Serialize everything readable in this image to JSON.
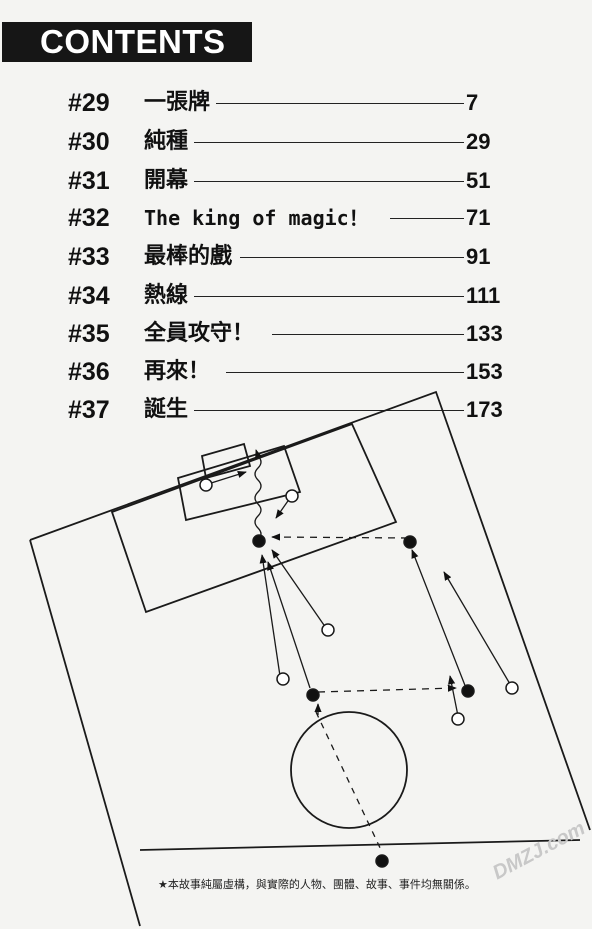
{
  "header": {
    "title": "CONTENTS"
  },
  "toc": [
    {
      "num": "#29",
      "title": "一張牌",
      "page": "7"
    },
    {
      "num": "#30",
      "title": "純種",
      "page": "29"
    },
    {
      "num": "#31",
      "title": "開幕",
      "page": "51"
    },
    {
      "num": "#32",
      "title": "The king of magic！",
      "page": "71"
    },
    {
      "num": "#33",
      "title": "最棒的戲",
      "page": "91"
    },
    {
      "num": "#34",
      "title": "熱線",
      "page": "111"
    },
    {
      "num": "#35",
      "title": "全員攻守！",
      "page": "133"
    },
    {
      "num": "#36",
      "title": "再來！",
      "page": "153"
    },
    {
      "num": "#37",
      "title": "誕生",
      "page": "173"
    }
  ],
  "footer": {
    "disclaimer": "★本故事純屬虛構，與實際的人物、團體、故事、事件均無關係。"
  },
  "watermark": {
    "text": "DMZJ.com"
  }
}
